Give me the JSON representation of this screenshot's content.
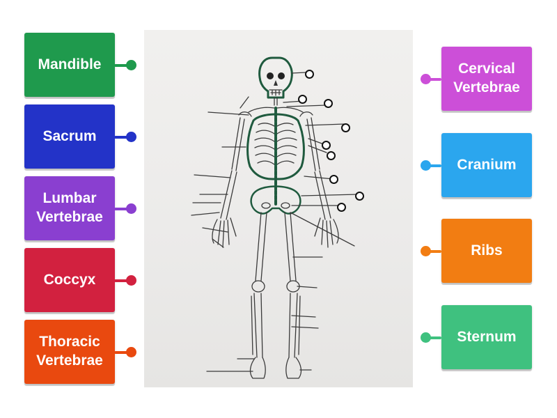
{
  "left_tiles": [
    {
      "label": "Mandible",
      "color": "#1f9a4d"
    },
    {
      "label": "Sacrum",
      "color": "#2333c8"
    },
    {
      "label": "Lumbar Vertebrae",
      "color": "#8a3fd0"
    },
    {
      "label": "Coccyx",
      "color": "#d2213f"
    },
    {
      "label": "Thoracic Vertebrae",
      "color": "#e9490f"
    }
  ],
  "right_tiles": [
    {
      "label": "Cervical Vertebrae",
      "color": "#cc4fd8"
    },
    {
      "label": "Cranium",
      "color": "#2ba6ee"
    },
    {
      "label": "Ribs",
      "color": "#f27d12"
    },
    {
      "label": "Sternum",
      "color": "#3fc17f"
    }
  ],
  "photo": {
    "background": "#efeeec",
    "outline_color": "#1f5a3e"
  }
}
